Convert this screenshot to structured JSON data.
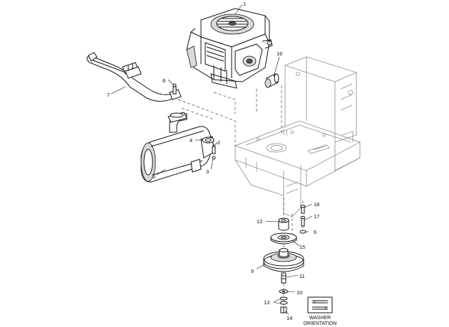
{
  "callouts": {
    "c1": "1",
    "c2": "2",
    "c3": "3",
    "c4": "4",
    "c5": "5",
    "c6": "6",
    "c7": "7",
    "c8": "8",
    "c9": "9",
    "c10": "10",
    "c11": "11",
    "c12": "12",
    "c13": "13",
    "c14": "14",
    "c15": "15",
    "c16": "16",
    "c17": "17",
    "c18": "18"
  },
  "washer_caption": {
    "line1": "WASHER",
    "line2": "ORIENTATION"
  }
}
